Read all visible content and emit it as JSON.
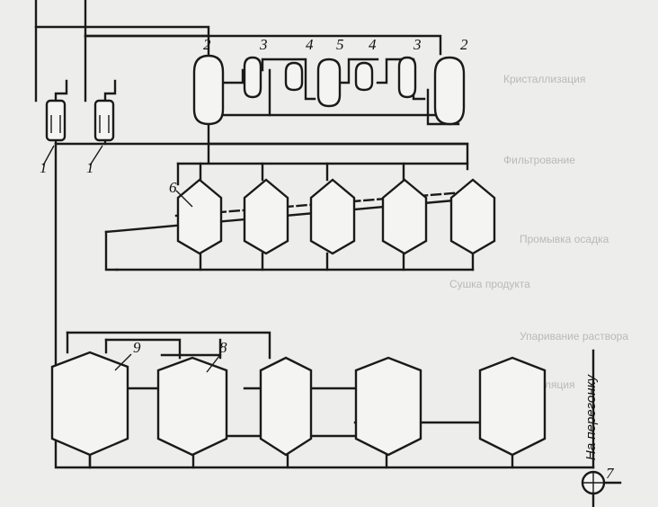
{
  "labels": {
    "separator_left": "1",
    "separator_right": "1",
    "vessel_2_left": "2",
    "vessel_3_left": "3",
    "vessel_4_left": "4",
    "vessel_5": "5",
    "vessel_4_right": "4",
    "vessel_3_right": "3",
    "vessel_2_right": "2",
    "row2_label": "6",
    "row3_label_9": "9",
    "row3_label_8": "8",
    "pump": "7"
  },
  "outlet_text": "На перегонку",
  "colors": {
    "line": "#1a1a1a",
    "paper": "#ededeb",
    "vessel_fill": "#f4f4f2"
  },
  "background_text": [
    "Кристаллизация",
    "Фильтрование",
    "Промывка осадка",
    "Упаривание раствора",
    "Дистилляция",
    "Сушка продукта"
  ]
}
